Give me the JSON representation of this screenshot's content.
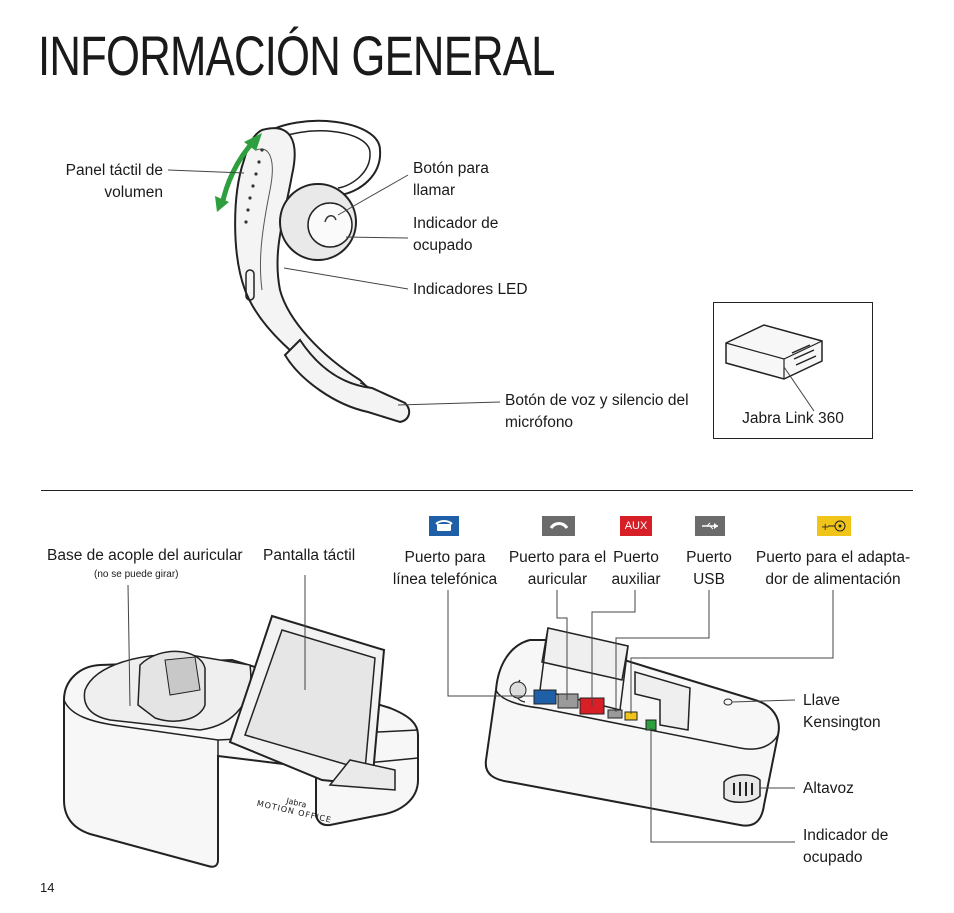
{
  "page": {
    "title": "INFORMACIÓN GENERAL",
    "page_number": "14"
  },
  "headset": {
    "labels": {
      "volume_panel": [
        "Panel táctil de",
        "volumen"
      ],
      "call_button": [
        "Botón para",
        "llamar"
      ],
      "busy_indicator": [
        "Indicador de",
        "ocupado"
      ],
      "led_indicators": "Indicadores LED",
      "mute_button": [
        "Botón de voz y silencio del",
        "micrófono"
      ]
    }
  },
  "dongle": {
    "label": "Jabra Link 360"
  },
  "base": {
    "labels": {
      "headset_cradle": "Base de acople del auricular",
      "headset_cradle_note": "(no se puede girar)",
      "touchscreen": "Pantalla táctil",
      "brand_line1": "Jabra",
      "brand_line2": "MOTION OFFICE"
    },
    "ports": [
      {
        "label": [
          "Puerto para",
          "línea telefónica"
        ],
        "icon": "desk-phone-icon",
        "color": "#1f5fa8"
      },
      {
        "label": [
          "Puerto para el",
          "auricular"
        ],
        "icon": "handset-icon",
        "color": "#6b6b6b"
      },
      {
        "label": [
          "Puerto",
          "auxiliar"
        ],
        "icon_text": "AUX",
        "color": "#d61f26"
      },
      {
        "label": [
          "Puerto",
          "USB"
        ],
        "icon": "usb-icon",
        "color": "#6b6b6b"
      },
      {
        "label": [
          "Puerto para el adapta-",
          "dor de alimentación"
        ],
        "icon": "power-icon",
        "color": "#f0c419"
      }
    ],
    "side_labels": {
      "kensington": [
        "Llave",
        "Kensington"
      ],
      "speaker": "Altavoz",
      "busy_indicator": [
        "Indicador de",
        "ocupado"
      ]
    }
  }
}
